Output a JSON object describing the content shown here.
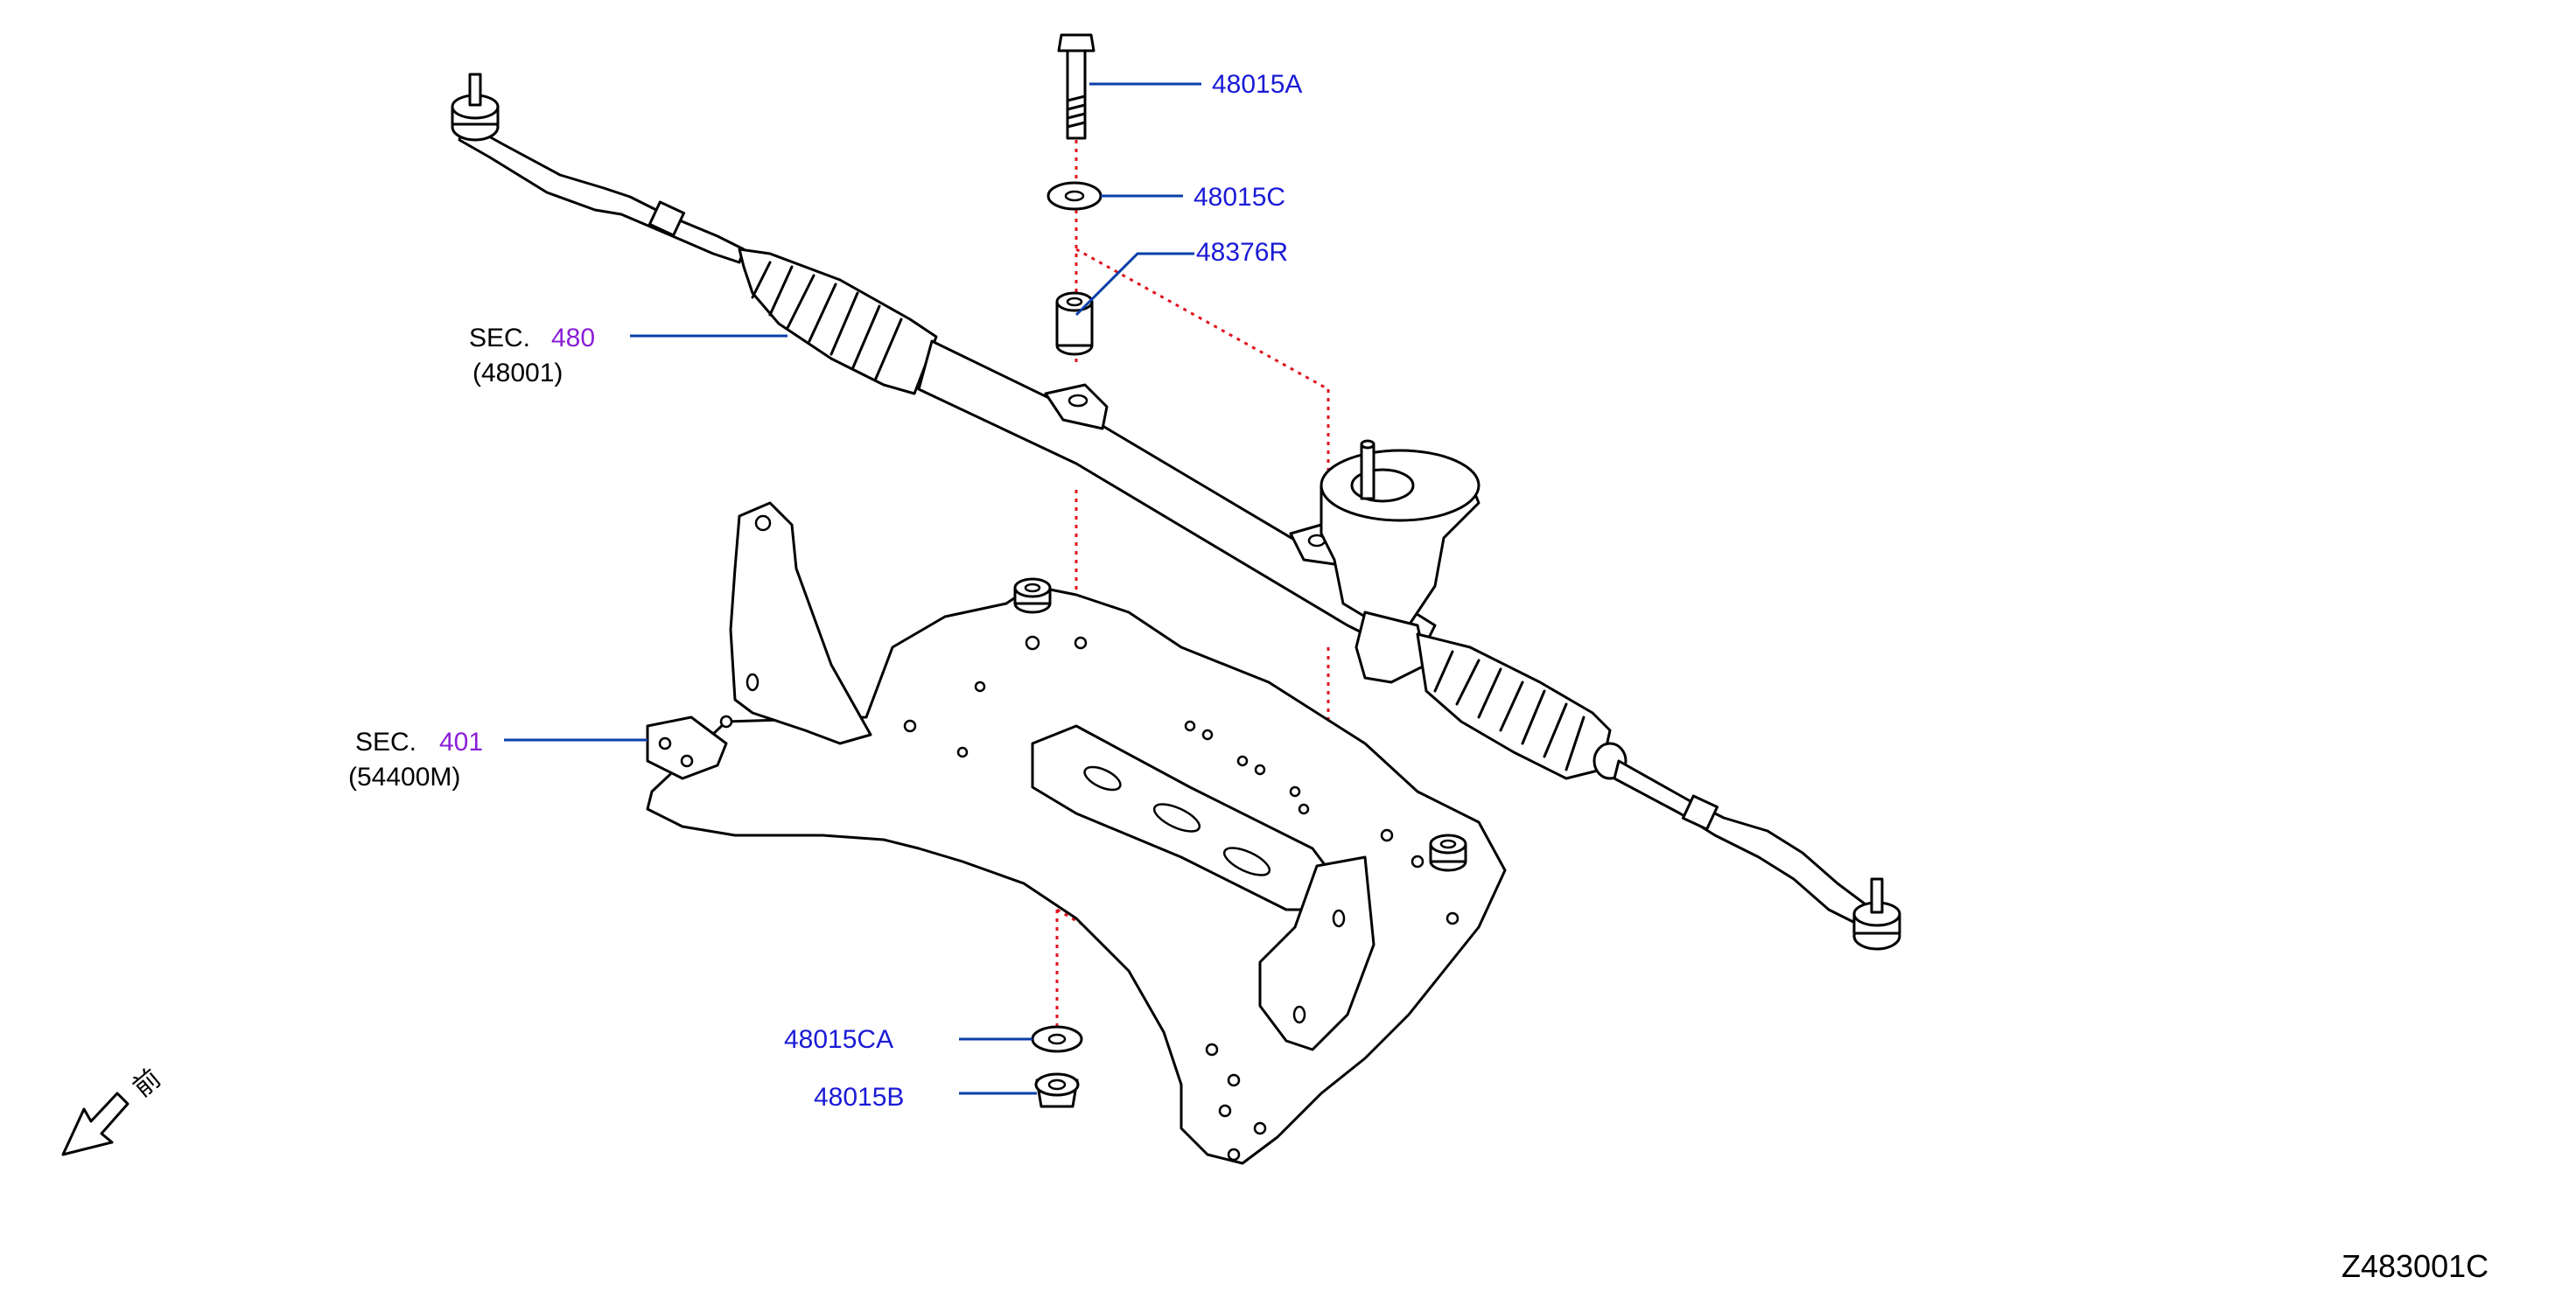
{
  "parts": {
    "p48015A": "48015A",
    "p48015C": "48015C",
    "p48376R": "48376R",
    "p48015CA": "48015CA",
    "p48015B": "48015B"
  },
  "sections": {
    "steering": {
      "prefix": "SEC.",
      "number": "480",
      "code": "(48001)"
    },
    "member": {
      "prefix": "SEC.",
      "number": "401",
      "code": "(54400M)"
    }
  },
  "front_indicator": "前",
  "diagram_code": "Z483001C",
  "colors": {
    "part_label": "#1a1ad6",
    "section_number": "#8a1fd6",
    "leader_line": "#0a3fa8",
    "alignment_line": "#e0141e",
    "outline": "#000000"
  }
}
